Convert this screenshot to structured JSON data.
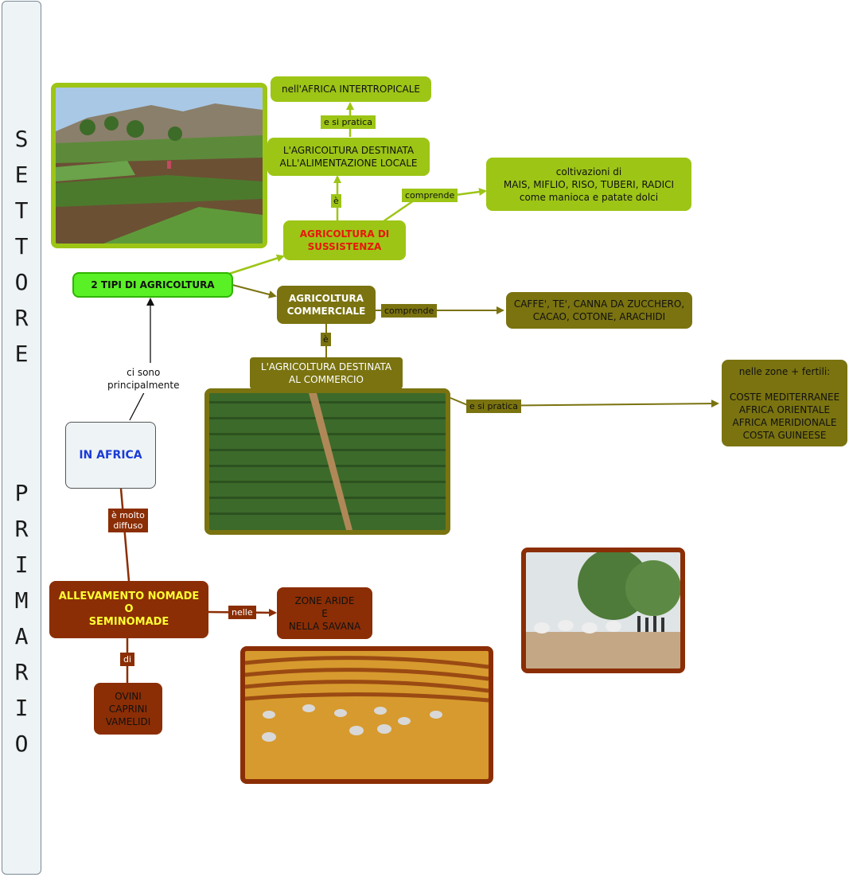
{
  "sidebar": {
    "word_top": "SETTORE",
    "word_bottom": "PRIMARIO"
  },
  "nodes": {
    "africa_intertropicale": "nell'AFRICA INTERTROPICALE",
    "agricoltura_locale": "L'AGRICOLTURA DESTINATA\nALL'ALIMENTAZIONE LOCALE",
    "coltivazioni": "coltivazioni di\nMAIS, MIFLIO, RISO, TUBERI, RADICI\ncome manioca e patate dolci",
    "sussistenza": "AGRICOLTURA DI\nSUSSISTENZA",
    "due_tipi": "2 TIPI DI AGRICOLTURA",
    "commerciale": "AGRICOLTURA\nCOMMERCIALE",
    "prodotti_commerciali": "CAFFE', TE', CANNA DA ZUCCHERO,\nCACAO, COTONE, ARACHIDI",
    "agricoltura_commercio": "L'AGRICOLTURA DESTINATA\nAL COMMERCIO",
    "zone_fertili": "nelle zone + fertili:\n\nCOSTE MEDITERRANEE\nAFRICA ORIENTALE\nAFRICA MERIDIONALE\nCOSTA GUINEESE",
    "in_africa": "IN AFRICA",
    "allevamento": "ALLEVAMENTO NOMADE\nO\nSEMINOMADE",
    "zone_aride": "ZONE ARIDE\nE\nNELLA SAVANA",
    "animali": "OVINI\nCAPRINI\nVAMELIDI"
  },
  "links": {
    "e_si_pratica_1": "e si pratica",
    "e_1": "è",
    "comprende_1": "comprende",
    "e_2": "è",
    "comprende_2": "comprende",
    "e_si_pratica_2": "e si pratica",
    "ci_sono": "ci sono\nprincipalmente",
    "molto_diffuso": "è molto\ndiffuso",
    "nelle": "nelle",
    "di": "di"
  },
  "colors": {
    "light_green": "#9dc516",
    "bright_green": "#59f026",
    "olive": "#7a7310",
    "brown": "#8b2e05",
    "red_text": "#e8170c",
    "yellow_text": "#ffff33",
    "blue_text": "#1a3bd6"
  }
}
